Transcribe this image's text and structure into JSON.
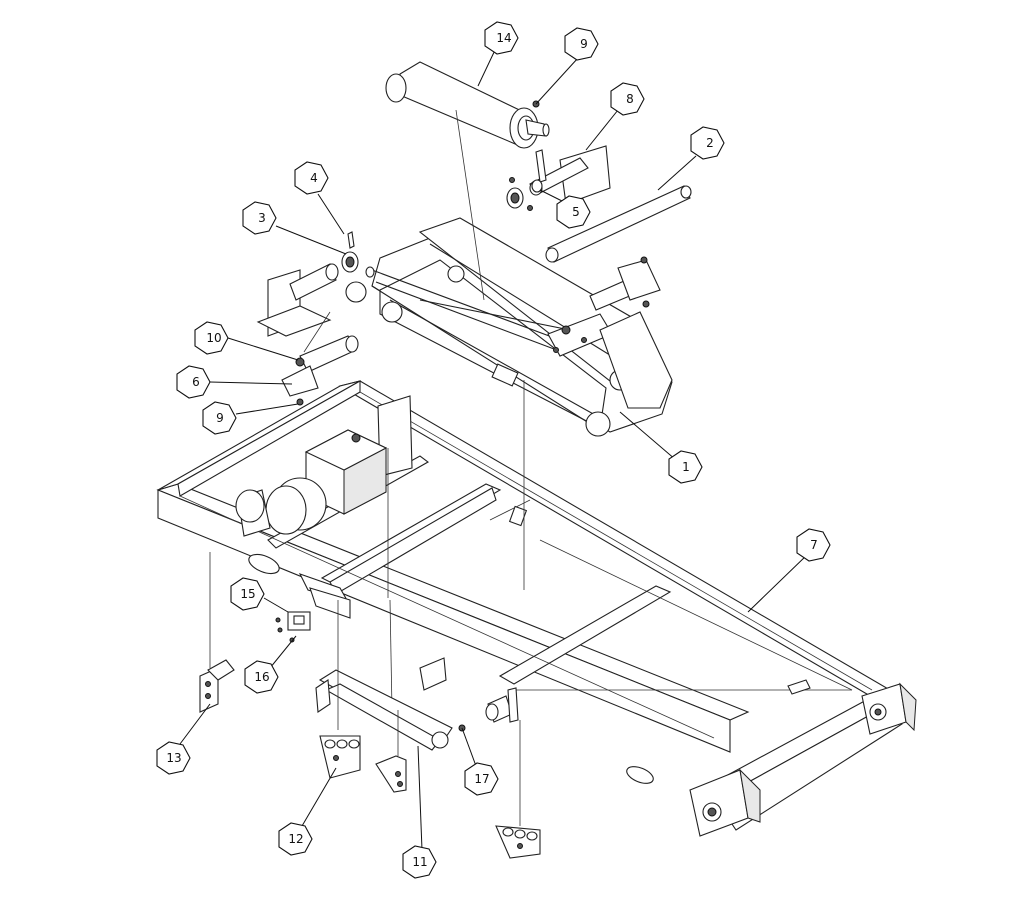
{
  "diagram": {
    "callouts": [
      {
        "id": "c14a",
        "label": "14"
      },
      {
        "id": "c9a",
        "label": "9"
      },
      {
        "id": "c8",
        "label": "8"
      },
      {
        "id": "c2",
        "label": "2"
      },
      {
        "id": "c4",
        "label": "4"
      },
      {
        "id": "c3",
        "label": "3"
      },
      {
        "id": "c5",
        "label": "5"
      },
      {
        "id": "c10",
        "label": "10"
      },
      {
        "id": "c6",
        "label": "6"
      },
      {
        "id": "c9b",
        "label": "9"
      },
      {
        "id": "c1",
        "label": "1"
      },
      {
        "id": "c7",
        "label": "7"
      },
      {
        "id": "c15",
        "label": "15"
      },
      {
        "id": "c16",
        "label": "16"
      },
      {
        "id": "c13",
        "label": "13"
      },
      {
        "id": "c17",
        "label": "17"
      },
      {
        "id": "c12",
        "label": "12"
      },
      {
        "id": "c11",
        "label": "11"
      }
    ]
  }
}
